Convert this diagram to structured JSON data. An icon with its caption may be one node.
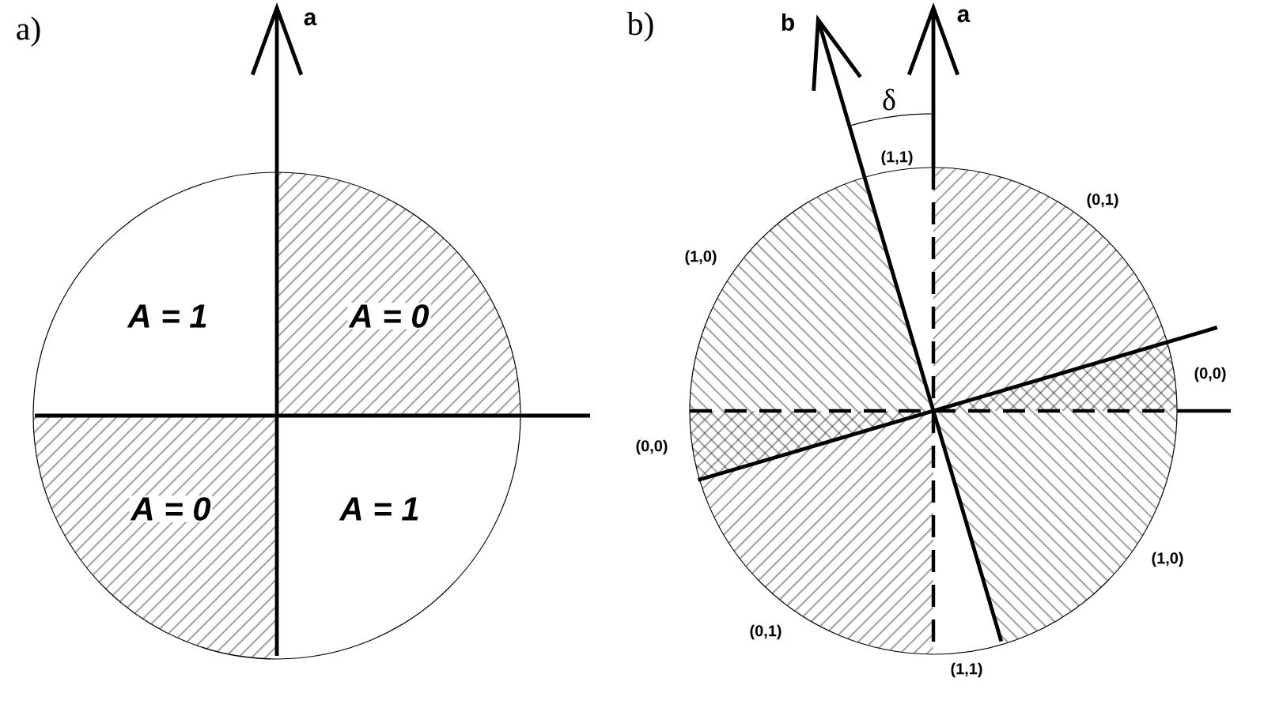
{
  "diagram": {
    "labels": [
      "a)",
      "a",
      "A = 1",
      "A = 0",
      "A = 0",
      "A = 1",
      "b)",
      "b",
      "a",
      "δ",
      "(1,1)",
      "(0,1)",
      "(1,0)",
      "(0,0)",
      "(0,0)",
      "(1,0)",
      "(0,1)",
      "(1,1)"
    ]
  }
}
